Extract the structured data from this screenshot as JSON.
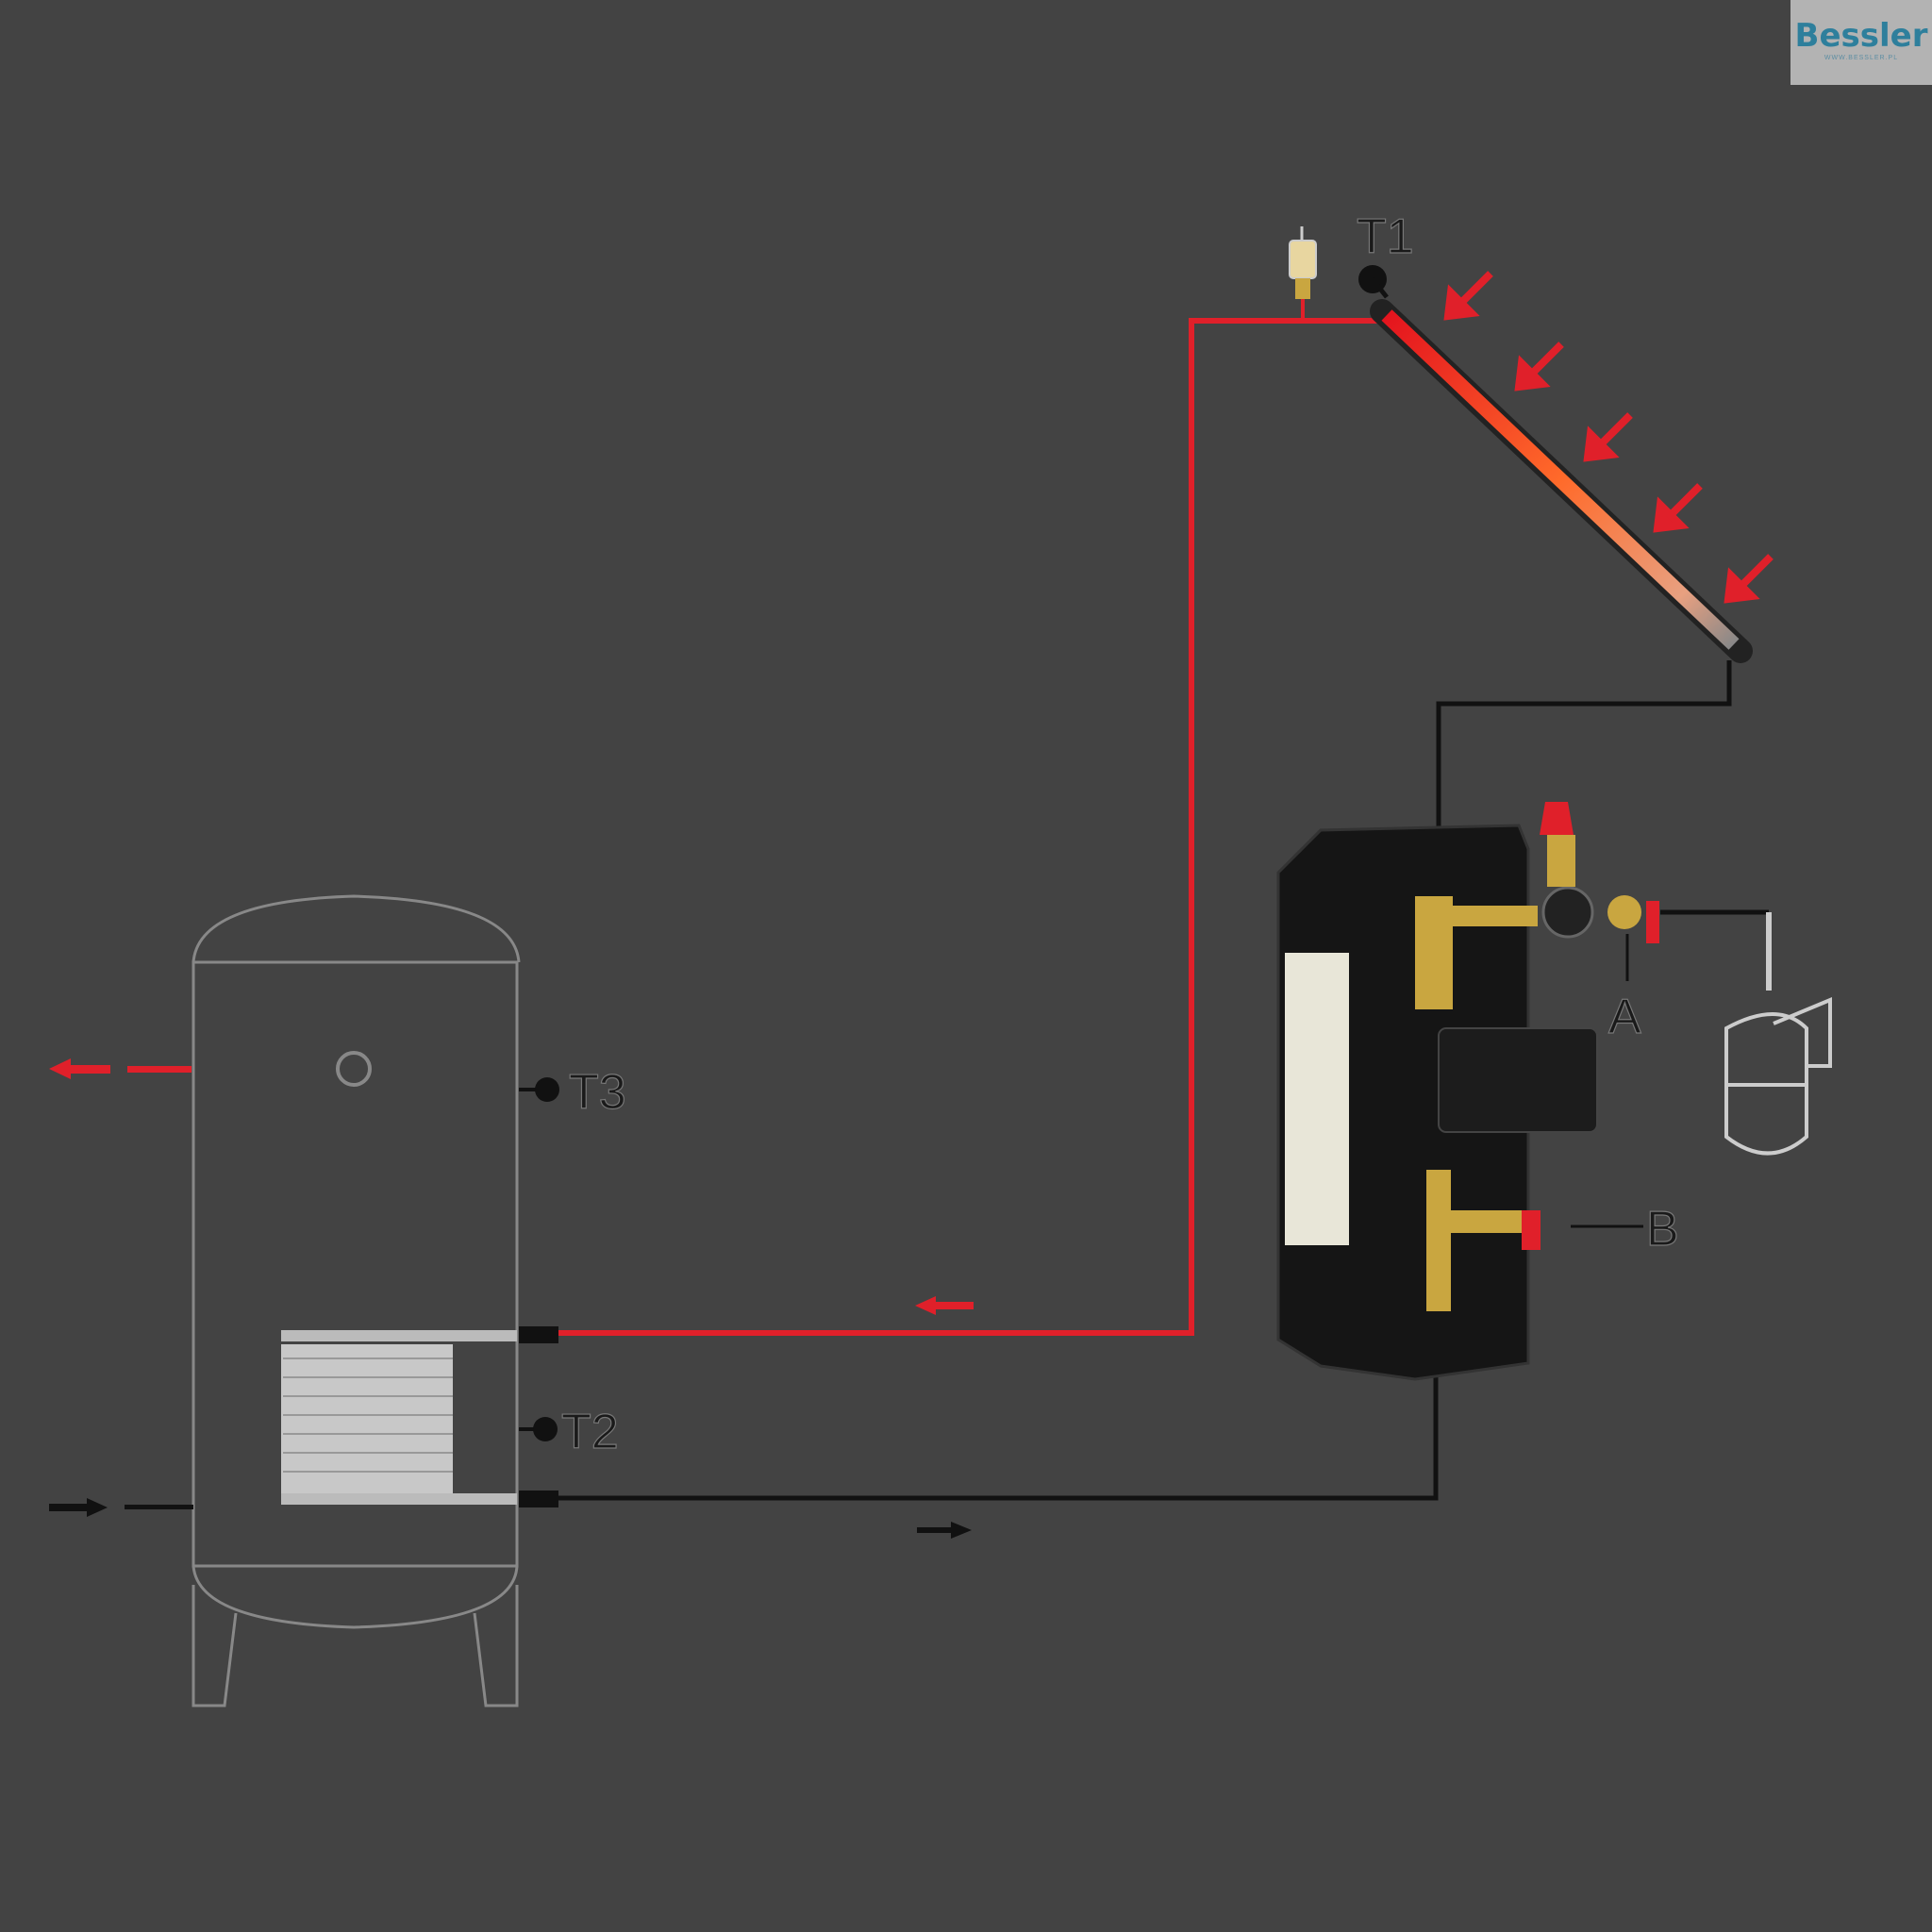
{
  "logo": {
    "brand": "Bessler",
    "url": "WWW.BESSLER.PL"
  },
  "labels": {
    "t1": "T1",
    "t2": "T2",
    "t3": "T3",
    "a": "A",
    "b": "B"
  },
  "colors": {
    "background": "#434343",
    "hot_pipe": "#e0202a",
    "cold_pipe": "#111111",
    "logo_bg": "#b3b3b3",
    "logo_text": "#2e7f9c"
  }
}
